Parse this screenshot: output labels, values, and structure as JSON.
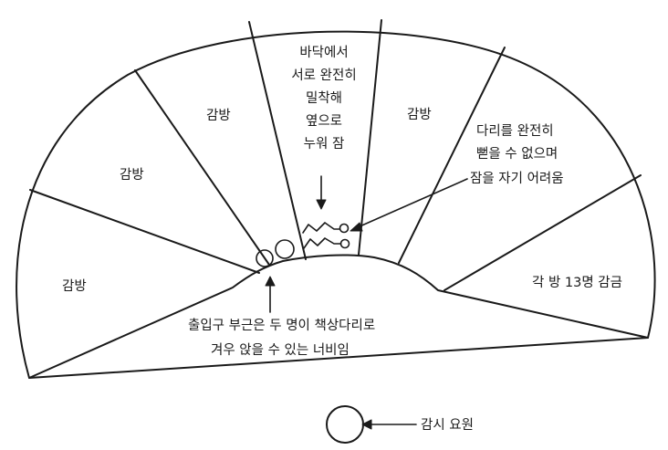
{
  "cells": {
    "left_bottom": "감방",
    "left_middle": "감방",
    "left_top": "감방",
    "center_line1": "바닥에서",
    "center_line2": "서로 완전히",
    "center_line3": "밀착해",
    "center_line4": "옆으로",
    "center_line5": "누워 잠",
    "right_top": "감방",
    "right_bottom": "각 방 13명 감금"
  },
  "annotations": {
    "legs_line1": "다리를 완전히",
    "legs_line2": "뻗을 수 없으며",
    "legs_line3": "잠을 자기 어려움",
    "entrance_line1": "출입구 부근은 두 명이 책상다리로",
    "entrance_line2": "겨우 앉을 수 있는 너비임",
    "guard": "감시 요원"
  },
  "colors": {
    "ink": "#1a1a1a",
    "background": "#ffffff"
  }
}
